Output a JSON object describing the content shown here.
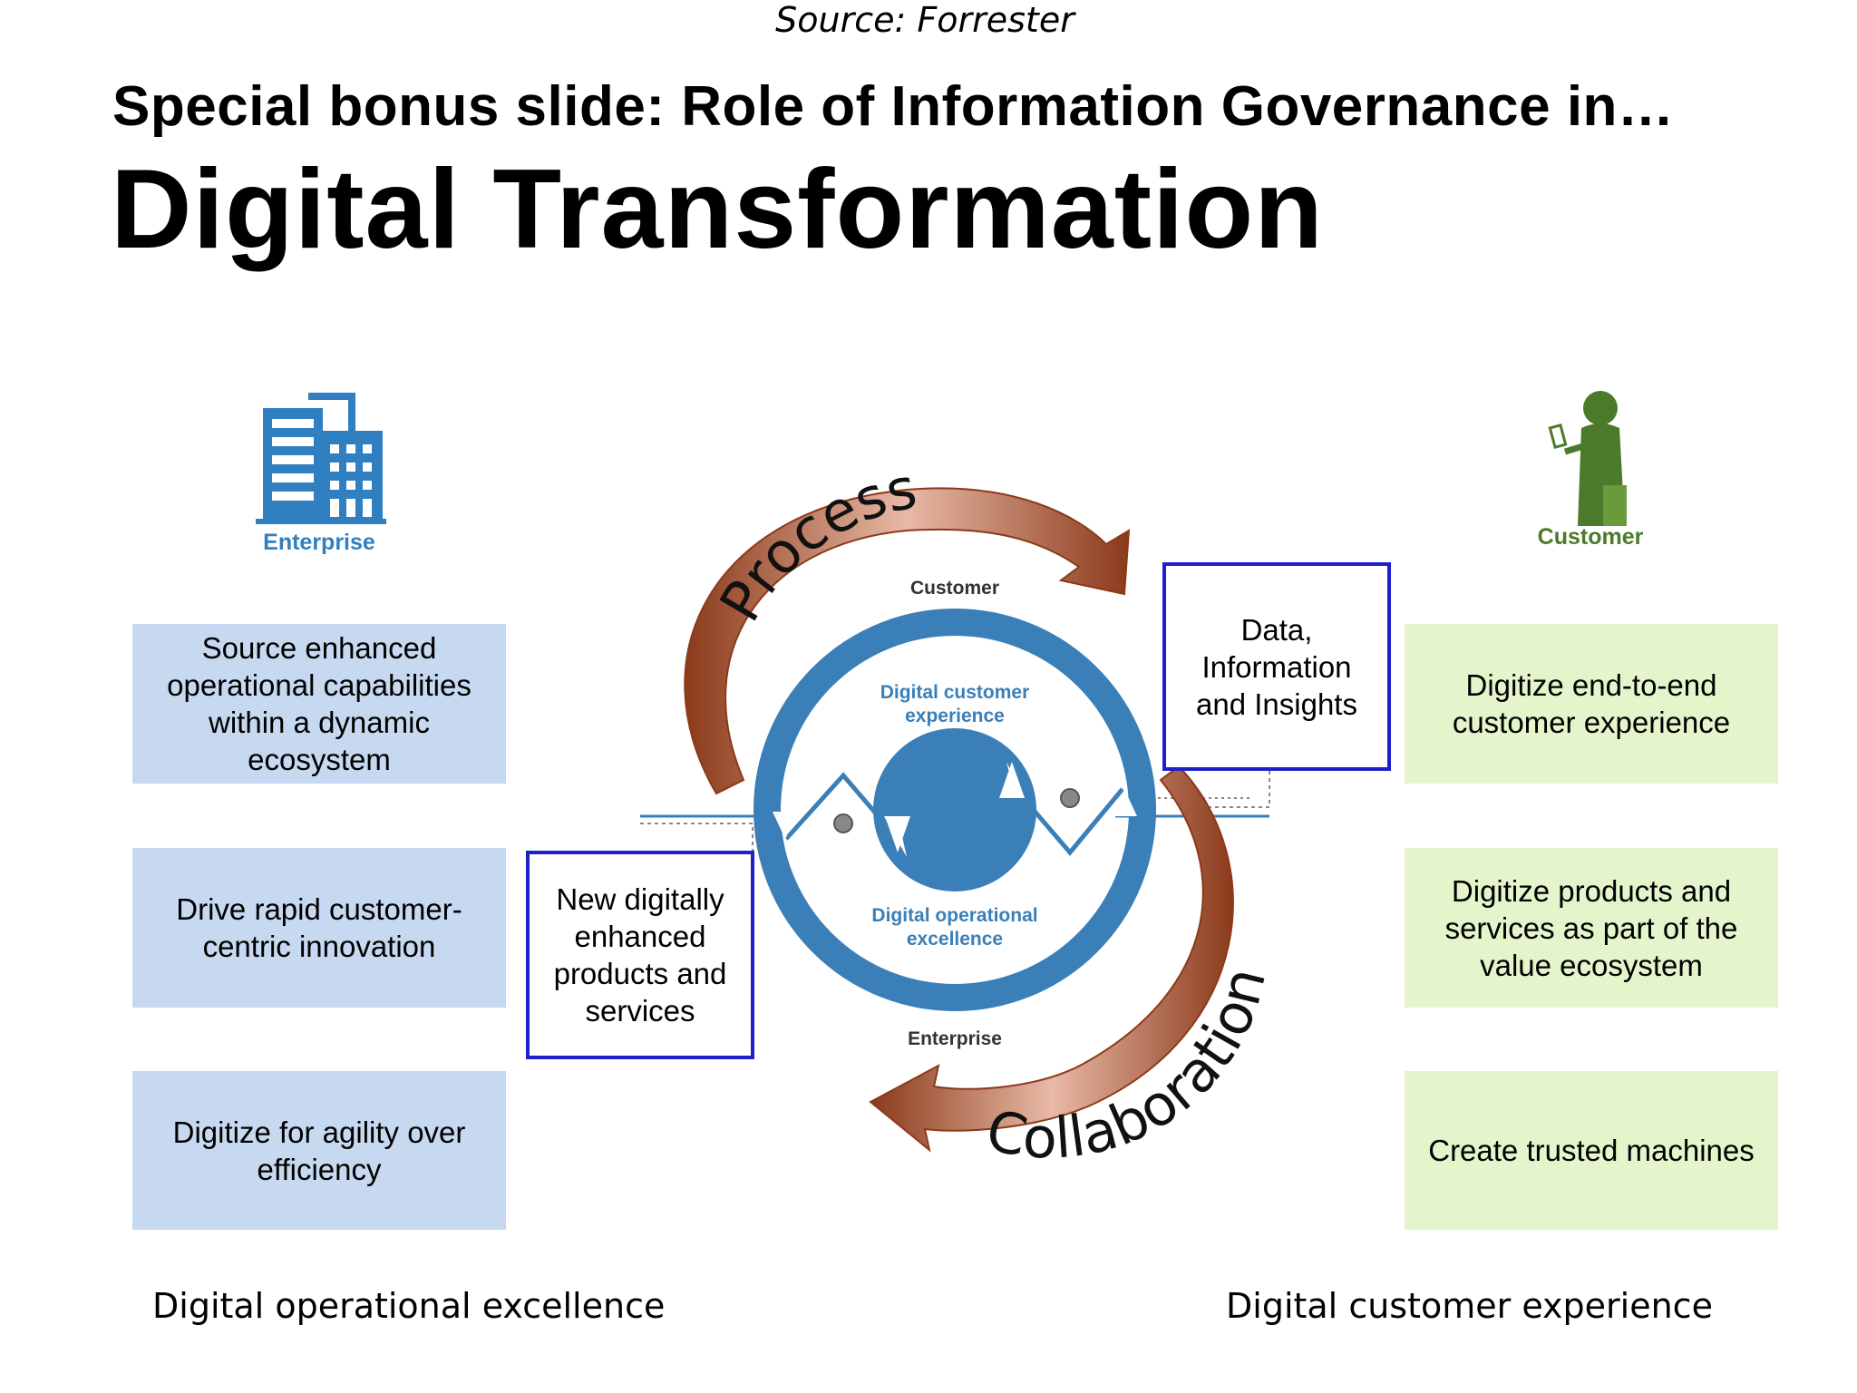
{
  "header": {
    "subtitle": "Special bonus slide: Role of Information Governance in…",
    "title": "Digital Transformation"
  },
  "icons": {
    "enterprise": {
      "name": "enterprise-building-icon",
      "label": "Enterprise",
      "color": "#2f7fc1"
    },
    "customer": {
      "name": "customer-person-icon",
      "label": "Customer",
      "color": "#4b7a2a"
    }
  },
  "left_boxes": [
    "Source enhanced operational capabilities within a dynamic ecosystem",
    "Drive rapid customer-centric innovation",
    "Digitize for agility over efficiency"
  ],
  "right_boxes": [
    "Digitize end-to-end customer experience",
    "Digitize products and services as part of the value ecosystem",
    "Create trusted machines"
  ],
  "center": {
    "top_label": "Customer",
    "bottom_label": "Enterprise",
    "inner_top": "Digital customer experience",
    "inner_bottom": "Digital operational excellence",
    "arrow_top": "Process",
    "arrow_bottom": "Collaboration",
    "box_left": "New digitally enhanced products and services",
    "box_right": "Data, Information and Insights"
  },
  "footer": {
    "left": "Digital operational excellence",
    "right": "Digital customer experience",
    "source": "Source: Forrester"
  },
  "colors": {
    "left_box": "#c6d9f0",
    "right_box": "#e4f5cb",
    "ring": "#3a7fb8",
    "arrow": "#a0522d",
    "outline_box": "#1f1fcc"
  }
}
